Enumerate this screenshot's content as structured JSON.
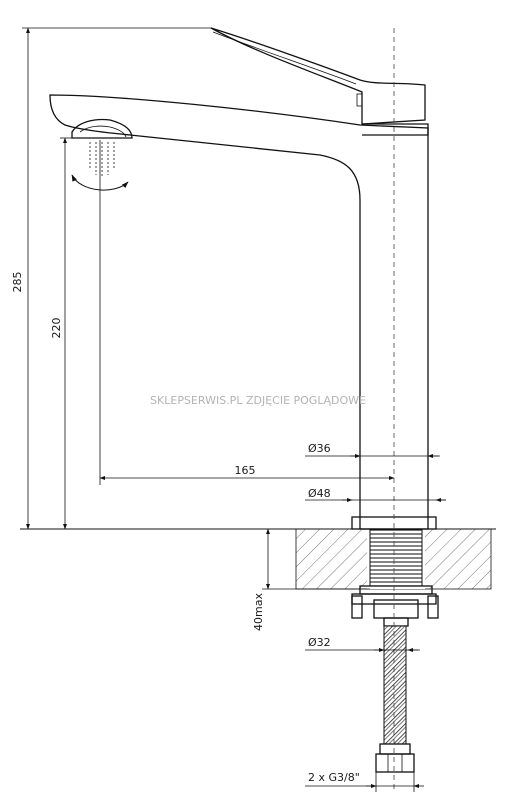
{
  "dimensions": {
    "total_height": "285",
    "spout_height": "220",
    "reach": "165",
    "body_diameter": "Ø36",
    "base_diameter": "Ø48",
    "mounting_depth": "40max",
    "shank_diameter": "Ø32",
    "hose_connection": "2 x G3/8\""
  },
  "watermark": "SKLEPSERWIS.PL ZDJĘCIE POGLĄDOWE"
}
